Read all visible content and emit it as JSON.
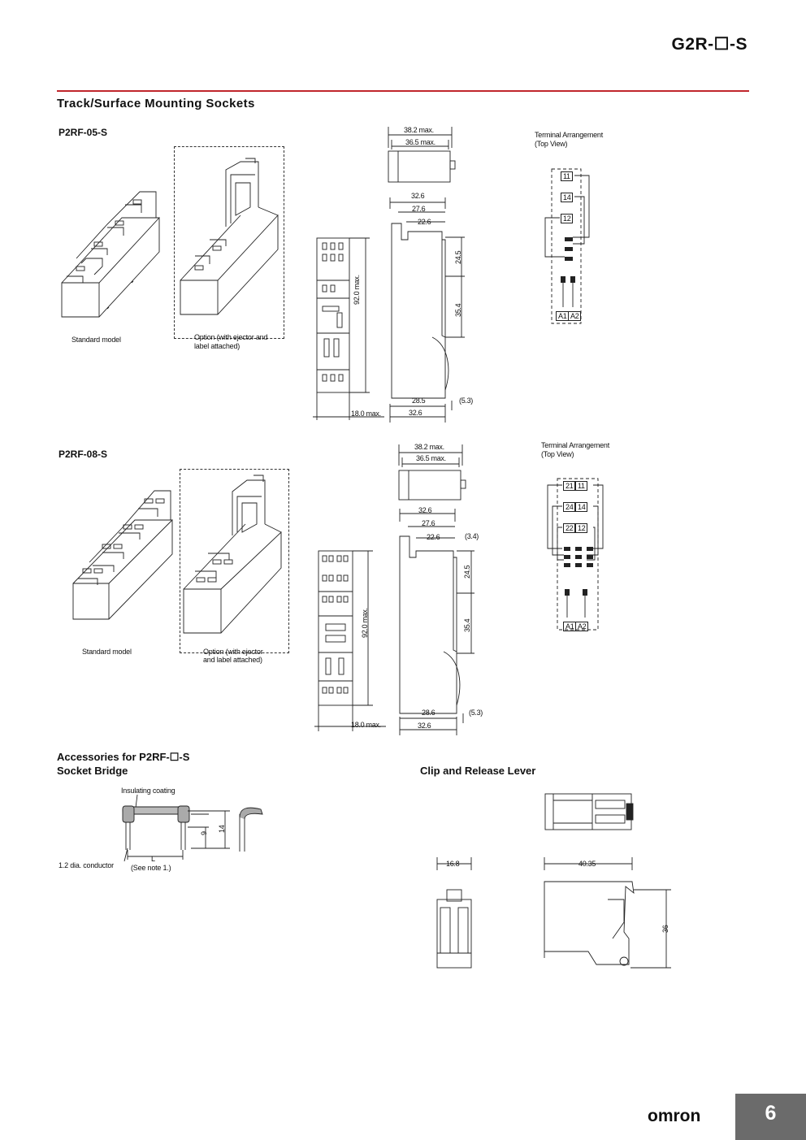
{
  "header": {
    "product_code": "G2R-☐-S"
  },
  "section_title": "Track/Surface Mounting Sockets",
  "p2rf05": {
    "model": "P2RF-05-S",
    "standard_caption": "Standard model",
    "option_caption_1": "Option (with ejector and",
    "option_caption_2": "label attached)",
    "dims": {
      "top_w1": "38.2 max.",
      "top_w2": "36.5 max.",
      "side_w1": "32.6",
      "side_w2": "27.6",
      "side_w3": "22.6",
      "h1": "24.5",
      "h2": "35.4",
      "bot_w1": "28.5",
      "bot_w2": "32.6",
      "bot_side": "(5.3)",
      "front_h": "92.0 max.",
      "front_w": "18.0 max."
    },
    "terminal_title": "Terminal Arrangement",
    "terminal_subtitle": "(Top View)",
    "terminals": [
      "11",
      "14",
      "12",
      "A1",
      "A2"
    ]
  },
  "p2rf08": {
    "model": "P2RF-08-S",
    "standard_caption": "Standard model",
    "option_caption_1": "Option (with ejector",
    "option_caption_2": "and label attached)",
    "dims": {
      "top_w1": "38.2 max.",
      "top_w2": "36.5 max.",
      "side_w1": "32.6",
      "side_w2": "27.6",
      "side_w3": "22.6",
      "side_right": "(3.4)",
      "h1": "24.5",
      "h2": "35.4",
      "bot_w1": "28.6",
      "bot_w2": "32.6",
      "bot_side": "(5.3)",
      "front_h": "92.0 max.",
      "front_w": "18.0 max."
    },
    "terminal_title": "Terminal Arrangement",
    "terminal_subtitle": "(Top View)",
    "terminals": [
      "21",
      "11",
      "24",
      "14",
      "22",
      "12",
      "A1",
      "A2"
    ]
  },
  "accessories": {
    "title": "Accessories for P2RF-☐-S",
    "socket_bridge": {
      "title": "Socket Bridge",
      "coating_label": "Insulating coating",
      "conductor_label": "1.2 dia. conductor",
      "length_label": "L",
      "note_label": "(See note 1.)",
      "h_small": "9",
      "h_large": "14"
    },
    "clip": {
      "title": "Clip and Release Lever",
      "w_small": "16.8",
      "w_large": "40.35",
      "h": "36"
    }
  },
  "footer": {
    "brand": "omron",
    "page": "6"
  }
}
